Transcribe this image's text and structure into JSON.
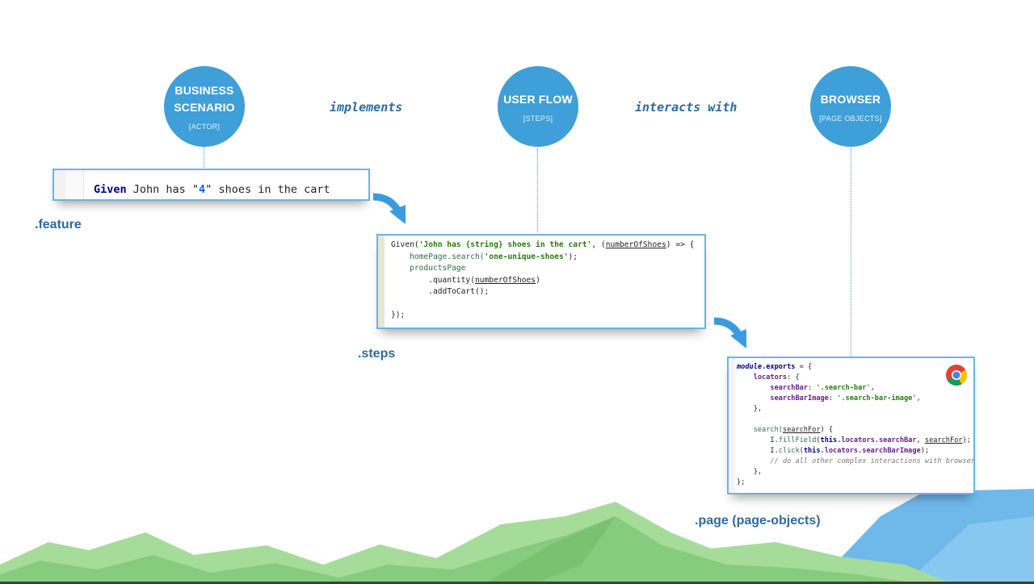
{
  "nodes": [
    {
      "title_line1": "BUSINESS",
      "title_line2": "SCENARIO",
      "subtitle": "[ACTOR]"
    },
    {
      "title_line1": "USER FLOW",
      "title_line2": "",
      "subtitle": "[STEPS]"
    },
    {
      "title_line1": "BROWSER",
      "title_line2": "",
      "subtitle": "[PAGE OBJECTS]"
    }
  ],
  "verbs": {
    "first": "implements",
    "second": "interacts with"
  },
  "labels": {
    "feature": ".feature",
    "steps": ".steps",
    "page": ".page (page-objects)"
  },
  "feature_code": {
    "keyword": "Given",
    "before": " John has \"",
    "number": "4",
    "after": "\" shoes in the cart"
  },
  "steps_code": {
    "l1_given": "Given(",
    "l1_str": "'John has {string} shoes in the cart'",
    "l1_mid": ", (",
    "l1_param": "numberOfShoes",
    "l1_end": ") => {",
    "l2_obj": "homePage.search(",
    "l2_str": "'one-unique-shoes'",
    "l2_end": ");",
    "l3": "productsPage",
    "l4_a": ".quantity(",
    "l4_param": "numberOfShoes",
    "l4_b": ")",
    "l5": ".addToCart();",
    "l7": "});"
  },
  "page_code": {
    "l1_a": "module",
    "l1_b": ".exports",
    "l1_c": " = {",
    "l2": "locators",
    "l3_key": "searchBar",
    "l3_val": "'.search-bar'",
    "l4_key": "searchBarImage",
    "l4_val": "'.search-bar-image'",
    "l5": "},",
    "l7_a": "search(",
    "l7_param": "searchFor",
    "l7_b": ") {",
    "l8_a": "I.",
    "l8_fn": "fillField",
    "l8_b": "(",
    "l8_this": "this",
    "l8_c": ".locators.searchBar",
    "l8_d": ", ",
    "l8_param": "searchFor",
    "l8_e": ");",
    "l9_a": "I.",
    "l9_fn": "click",
    "l9_b": "(",
    "l9_this": "this",
    "l9_c": ".locators.searchBarImage",
    "l9_e": ");",
    "l10": "// do all other complex interactions with browser",
    "l11": "},",
    "l12": "};"
  },
  "colors": {
    "accent": "#3f9fd8",
    "label": "#2e6a9e",
    "mountain": "#8fd18a",
    "water": "#6fb8ea"
  },
  "icons": {
    "browser": "chrome-icon"
  }
}
